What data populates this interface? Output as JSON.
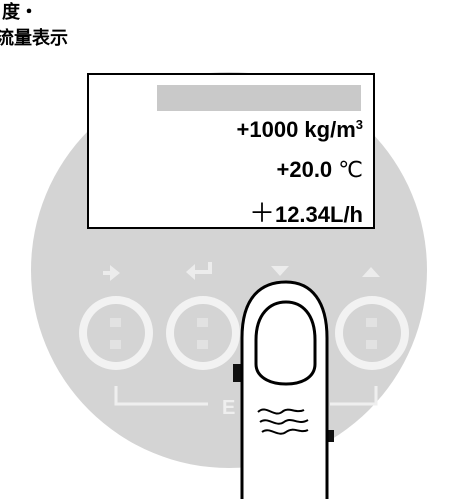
{
  "caption": {
    "line1": "度・",
    "line2": "流量表示"
  },
  "display": {
    "density_value": "+1000 kg/m",
    "density_superscript": "3",
    "temperature_value": "+20.0 ",
    "temperature_unit": "℃",
    "flow_sign": "＋",
    "flow_value": "12.34L/h"
  },
  "buttons": [
    {
      "icon": "chevron-right-icon"
    },
    {
      "icon": "enter-icon"
    },
    {
      "icon": "triangle-down-icon"
    },
    {
      "icon": "triangle-up-icon"
    }
  ],
  "bracket_label": "E",
  "colors": {
    "panel": "#d4d4d4",
    "button_ring": "#f2f2f2",
    "display_bar": "#c9c9c9",
    "ink": "#000000"
  }
}
